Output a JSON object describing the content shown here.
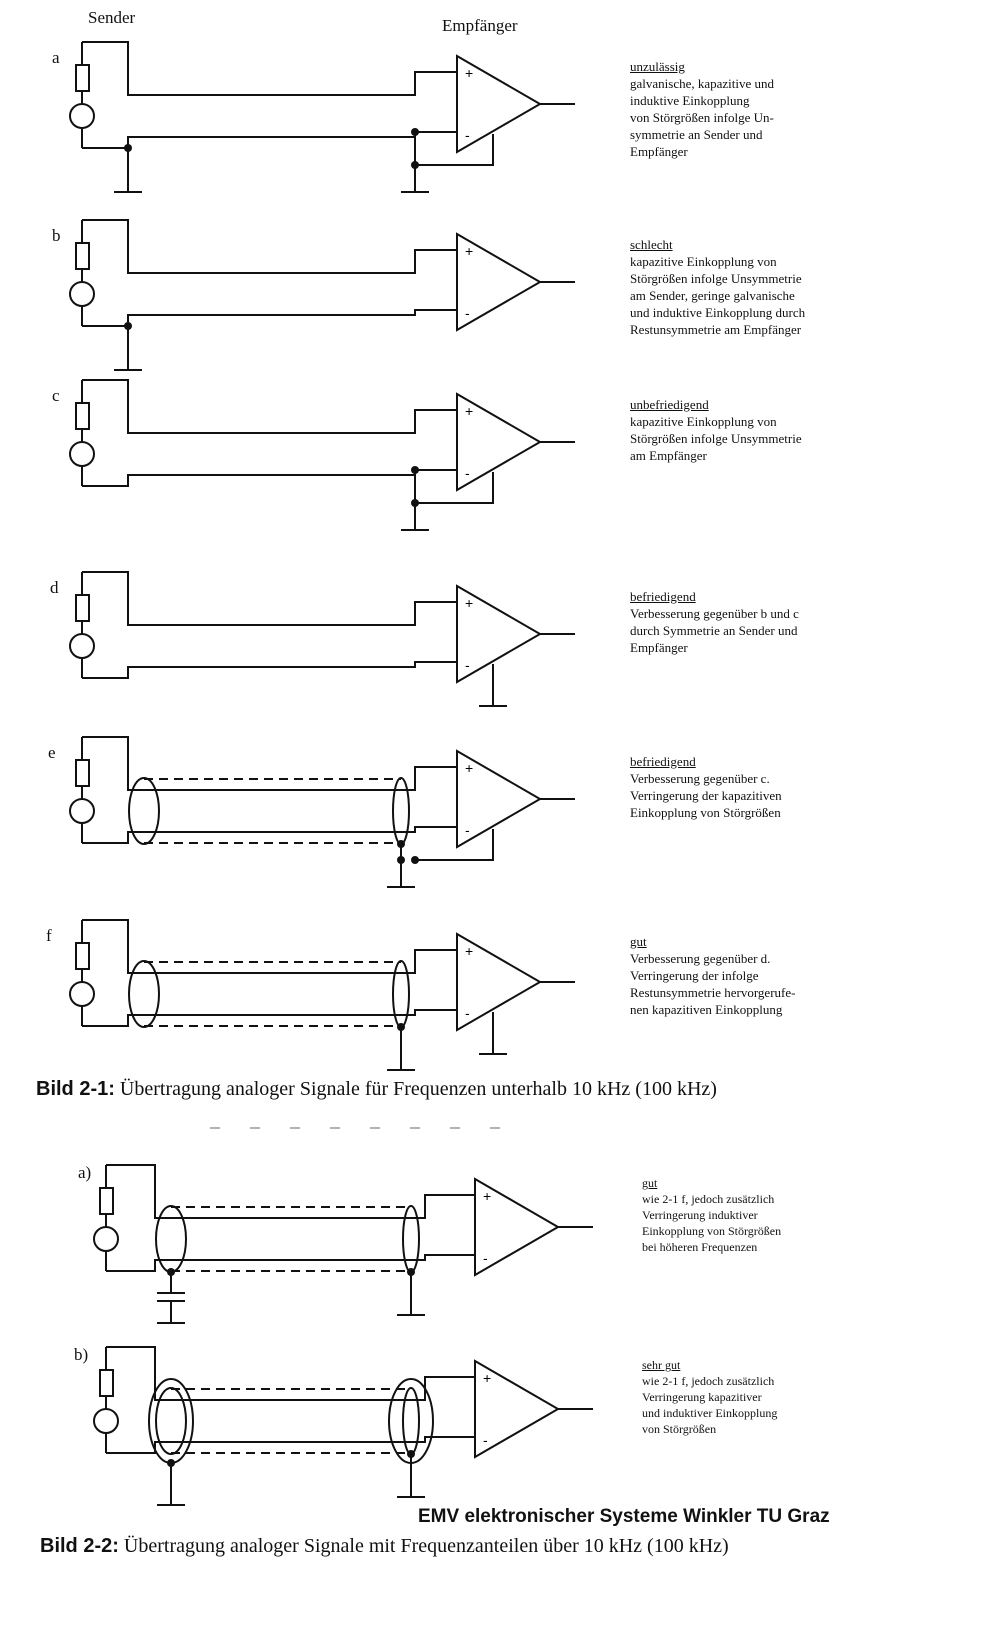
{
  "header": {
    "sender": "Sender",
    "receiver": "Empfänger"
  },
  "figure1": {
    "panels": [
      {
        "id": "a",
        "rating": "unzulässig",
        "lines": [
          "galvanische, kapazitive und",
          "induktive Einkopplung",
          "von Störgrößen infolge Un-",
          "symmetrie an Sender und",
          "Empfänger"
        ]
      },
      {
        "id": "b",
        "rating": "schlecht",
        "lines": [
          "kapazitive Einkopplung von",
          "Störgrößen infolge Unsymmetrie",
          "am Sender, geringe galvanische",
          "und induktive Einkopplung durch",
          "Restunsymmetrie am Empfänger"
        ]
      },
      {
        "id": "c",
        "rating": "unbefriedigend",
        "lines": [
          "kapazitive Einkopplung von",
          "Störgrößen infolge Unsymmetrie",
          "am Empfänger"
        ]
      },
      {
        "id": "d",
        "rating": "befriedigend",
        "lines": [
          "Verbesserung gegenüber b und c",
          "durch Symmetrie an Sender und",
          "Empfänger"
        ]
      },
      {
        "id": "e",
        "rating": "befriedigend",
        "lines": [
          "Verbesserung gegenüber c.",
          "Verringerung der kapazitiven",
          "Einkopplung von Störgrößen"
        ]
      },
      {
        "id": "f",
        "rating": "gut",
        "lines": [
          "Verbesserung gegenüber d.",
          "Verringerung der infolge",
          "Restunsymmetrie hervorgerufe-",
          "nen kapazitiven Einkopplung"
        ]
      }
    ],
    "caption_label": "Bild 2-1:",
    "caption_text": "Übertragung analoger Signale für Frequenzen unterhalb 10 kHz (100 kHz)"
  },
  "figure2": {
    "panels": [
      {
        "id": "a)",
        "rating": "gut",
        "lines": [
          "wie 2-1 f, jedoch zusätzlich",
          "Verringerung induktiver",
          "Einkopplung von Störgrößen",
          "bei höheren Frequenzen"
        ]
      },
      {
        "id": "b)",
        "rating": "sehr gut",
        "lines": [
          "wie 2-1 f, jedoch zusätzlich",
          "Verringerung kapazitiver",
          "und induktiver Einkopplung",
          "von Störgrößen"
        ]
      }
    ],
    "caption_label": "Bild 2-2:",
    "caption_text": "Übertragung analoger Signale mit Frequenzanteilen über 10 kHz (100 kHz)"
  },
  "credit": "EMV elektronischer Systeme Winkler TU Graz",
  "opamp": {
    "plus": "+",
    "minus": "-"
  }
}
